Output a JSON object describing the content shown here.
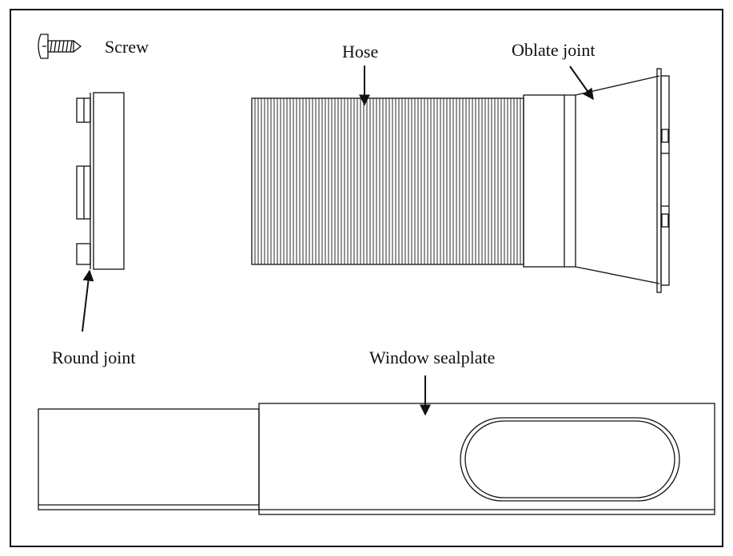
{
  "labels": {
    "screw": "Screw",
    "hose": "Hose",
    "oblate_joint": "Oblate joint",
    "round_joint": "Round joint",
    "window_sealplate": "Window sealplate"
  },
  "colors": {
    "line": "#111111",
    "background": "#ffffff"
  }
}
